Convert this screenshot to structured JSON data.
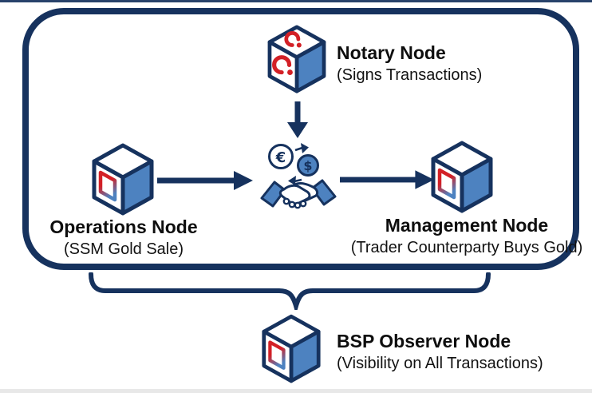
{
  "colors": {
    "navy_outline": "#16325e",
    "blue_face": "#4d82c0",
    "corda_red": "#d32026",
    "text": "#0e0e0e",
    "background": "#ffffff"
  },
  "nodes": {
    "notary": {
      "title": "Notary Node",
      "subtitle": "(Signs Transactions)",
      "icon": "corda-cube-icon"
    },
    "operations": {
      "title": "Operations Node",
      "subtitle": "(SSM Gold Sale)",
      "icon": "node-cube-icon"
    },
    "management": {
      "title": "Management Node",
      "subtitle": "(Trader Counterparty Buys Gold)",
      "icon": "node-cube-icon"
    },
    "observer": {
      "title": "BSP Observer Node",
      "subtitle": "(Visibility on All Transactions)",
      "icon": "node-cube-icon"
    }
  },
  "exchange": {
    "icon": "currency-exchange-handshake-icon",
    "euro_symbol": "€",
    "dollar_symbol": "$"
  },
  "connections": [
    {
      "from": "notary",
      "to": "exchange",
      "type": "arrow-down"
    },
    {
      "from": "operations",
      "to": "exchange",
      "type": "arrow-right"
    },
    {
      "from": "exchange",
      "to": "management",
      "type": "arrow-right"
    },
    {
      "from": "network-boundary",
      "to": "observer",
      "type": "brace-down"
    }
  ]
}
